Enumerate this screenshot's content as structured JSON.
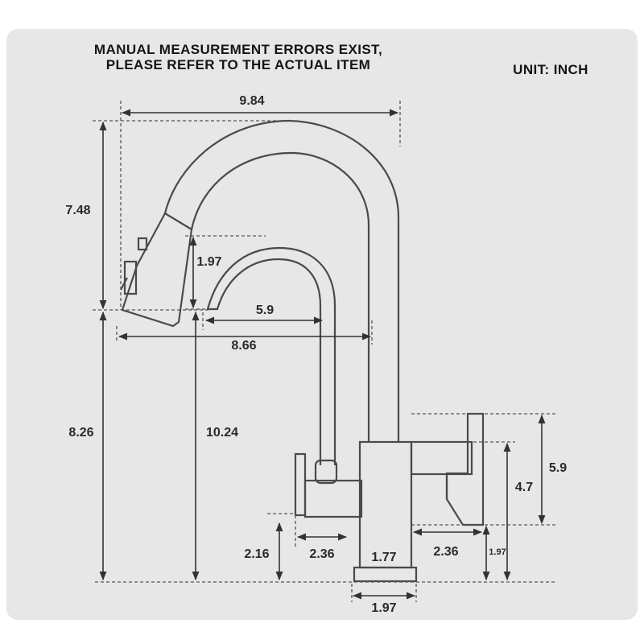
{
  "notice": {
    "line1": "MANUAL MEASUREMENT ERRORS EXIST,",
    "line2": "PLEASE REFER TO THE ACTUAL ITEM"
  },
  "unit_label": "UNIT: INCH",
  "dimensions": {
    "total_width": "9.84",
    "spout_height": "7.48",
    "drinking_spout_height": "1.97",
    "drinking_spout_reach": "5.9",
    "main_spout_reach": "8.66",
    "main_spout_clearance": "8.26",
    "drinking_spout_clearance": "10.24",
    "right_handle_height": "5.9",
    "body_height": "4.7",
    "base_to_body": "1.97",
    "left_handle_height": "2.16",
    "left_handle_offset": "2.36",
    "right_handle_offset": "2.36",
    "neck_width": "1.77",
    "base_width": "1.97"
  },
  "colors": {
    "panel": "#e7e7e7",
    "text": "#151515",
    "line": "#4a4a4a"
  }
}
